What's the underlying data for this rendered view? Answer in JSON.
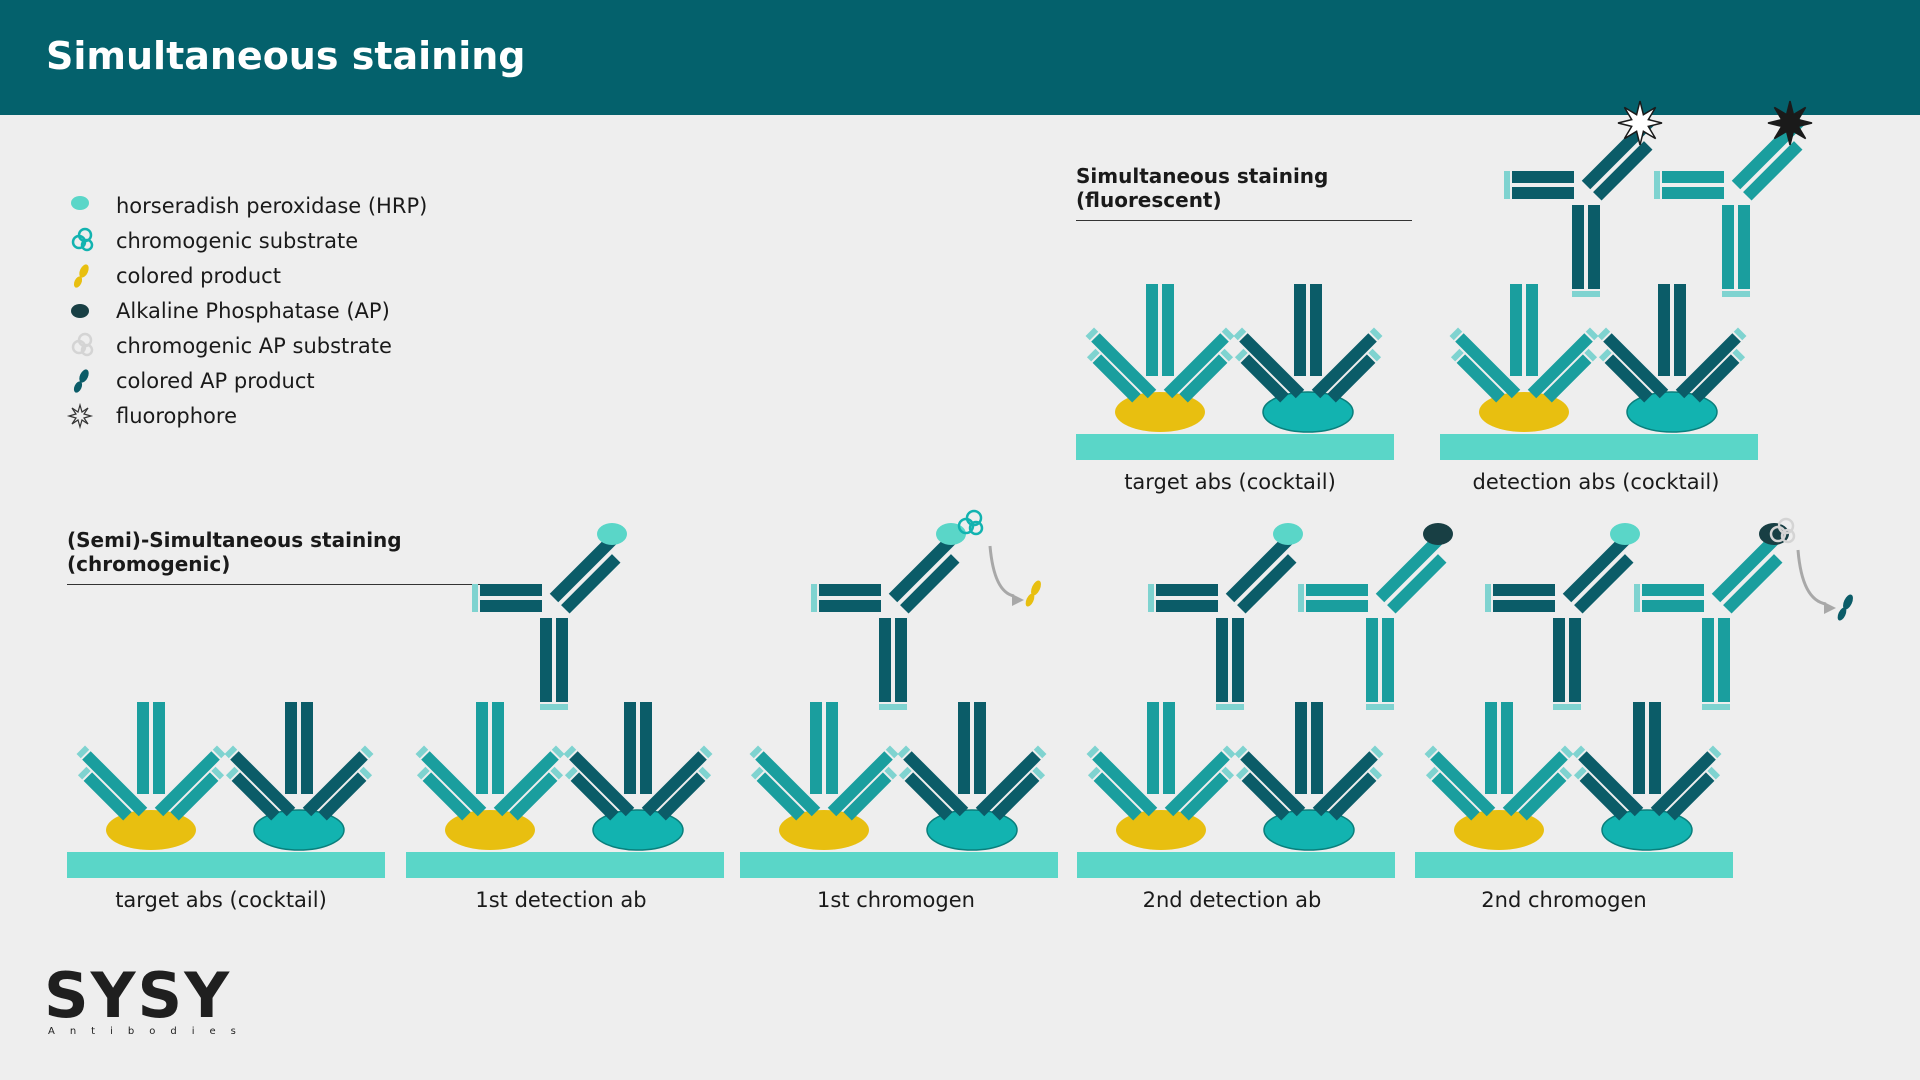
{
  "header": {
    "title": "Simultaneous staining"
  },
  "legend": [
    {
      "icon": "hrp-icon",
      "label": "horseradish peroxidase (HRP)"
    },
    {
      "icon": "chromogenic-substrate-icon",
      "label": "chromogenic substrate"
    },
    {
      "icon": "colored-product-icon",
      "label": "colored product"
    },
    {
      "icon": "ap-icon",
      "label": "Alkaline Phosphatase (AP)"
    },
    {
      "icon": "chromogenic-ap-substrate-icon",
      "label": "chromogenic AP substrate"
    },
    {
      "icon": "colored-ap-product-icon",
      "label": "colored AP product"
    },
    {
      "icon": "fluorophore-icon",
      "label": "fluorophore"
    }
  ],
  "fluorescent": {
    "title": "Simultaneous staining (fluorescent)",
    "panels": [
      {
        "caption": "target abs (cocktail)"
      },
      {
        "caption": "detection abs (cocktail)"
      }
    ]
  },
  "chromogenic": {
    "title": "(Semi)-Simultaneous staining (chromogenic)",
    "panels": [
      {
        "caption": "target abs (cocktail)"
      },
      {
        "caption": "1st detection ab"
      },
      {
        "caption": "1st chromogen"
      },
      {
        "caption": "2nd detection ab"
      },
      {
        "caption": "2nd chromogen"
      }
    ]
  },
  "logo": {
    "brand": "SYSY",
    "sub": "Antibodies"
  },
  "colors": {
    "header": "#04616c",
    "teal_light": "#1a9e9e",
    "teal_dark": "#0b5c68",
    "cell": "#5ad6c8",
    "yellow": "#e8bf10",
    "cyan": "#12b3b0",
    "hrp": "#5ad6c8",
    "ap": "#183f44",
    "fluor_light": "#ffffff",
    "fluor_dark": "#1a1a1a"
  }
}
